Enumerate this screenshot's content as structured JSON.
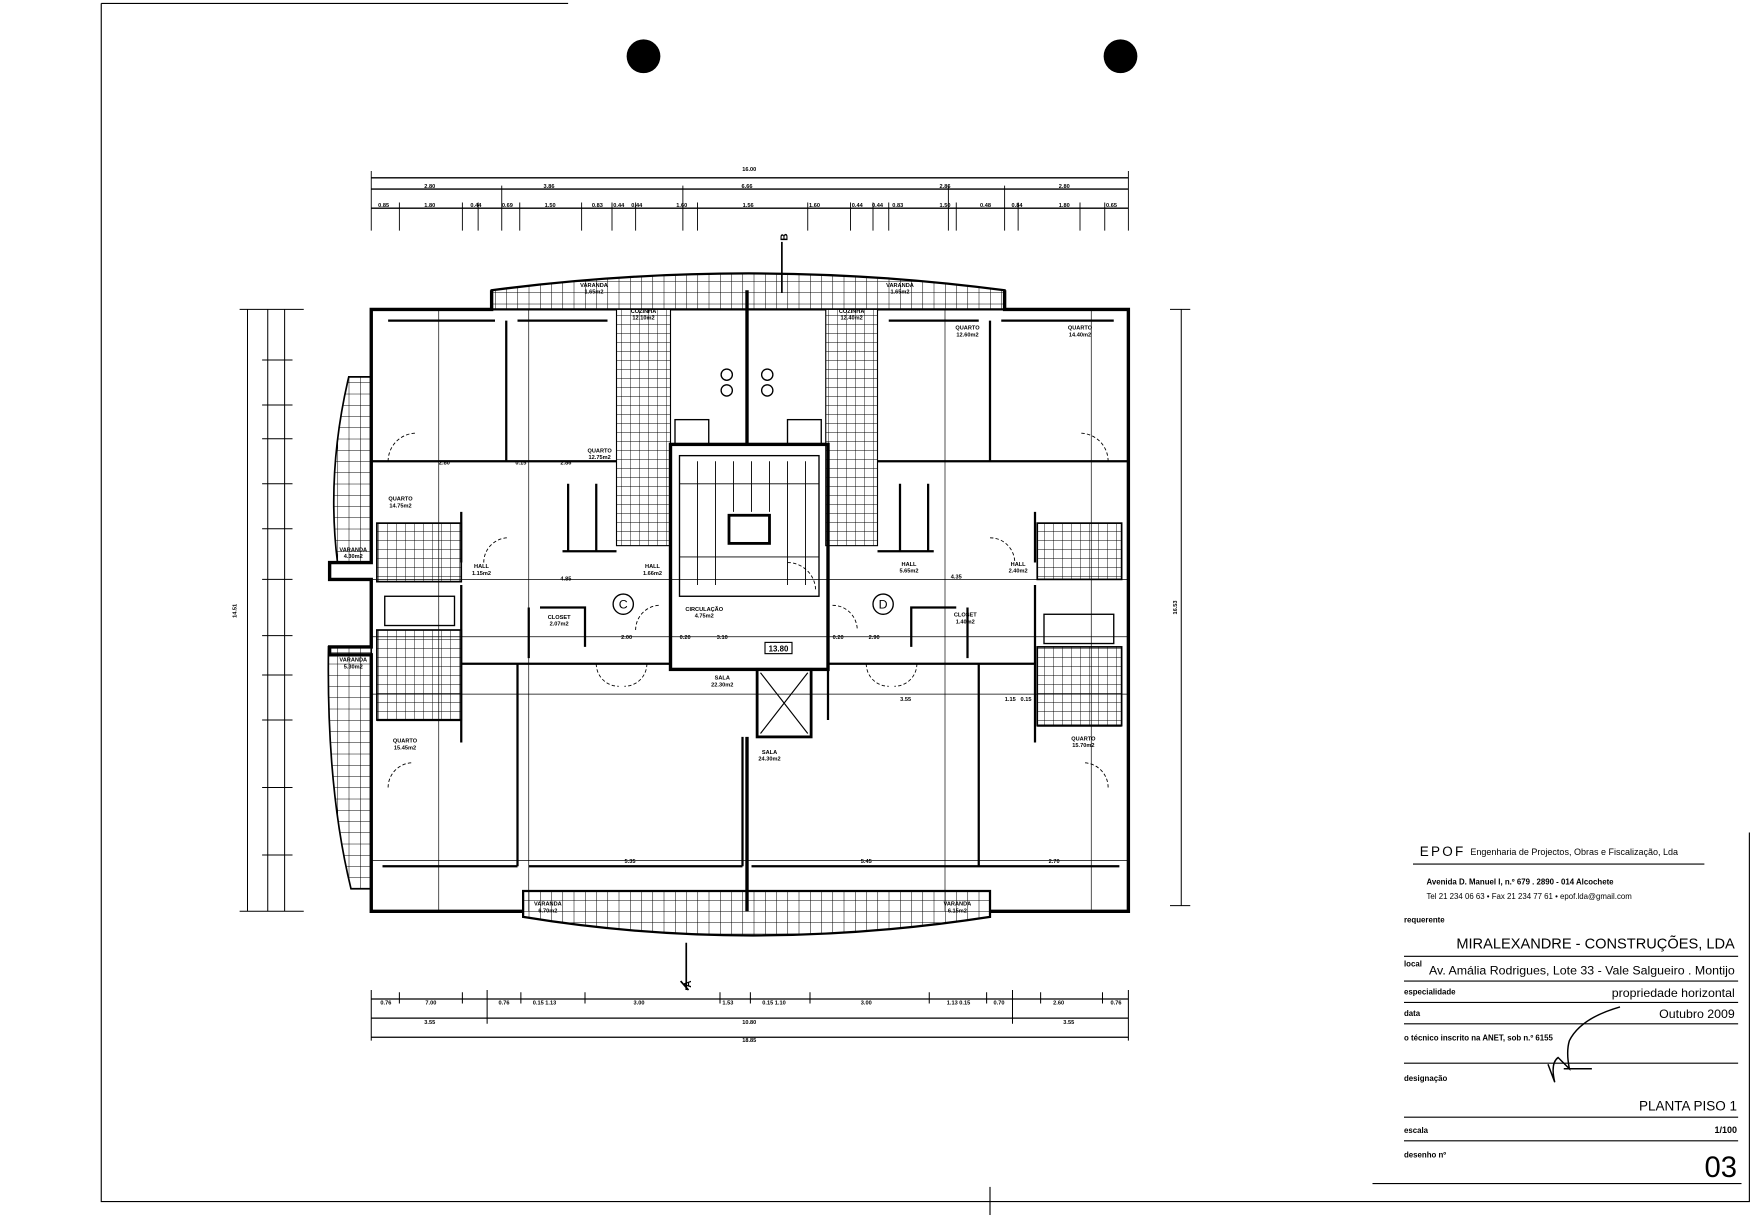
{
  "drawing": {
    "markers": {
      "section_c": "C",
      "section_d": "D",
      "level": "13.80",
      "cut_a": "A",
      "cut_b": "B"
    },
    "rooms": [
      {
        "name": "VARANDA",
        "area": "1.65m2"
      },
      {
        "name": "VARANDA",
        "area": "1.65m2"
      },
      {
        "name": "COZINHA",
        "area": "12.10m2"
      },
      {
        "name": "COZINHA",
        "area": "12.40m2"
      },
      {
        "name": "QUARTO",
        "area": "12.60m2"
      },
      {
        "name": "QUARTO",
        "area": "14.40m2"
      },
      {
        "name": "QUARTO",
        "area": "12.75m2"
      },
      {
        "name": "QUARTO",
        "area": "14.75m2"
      },
      {
        "name": "VARANDA",
        "area": "4.30m2"
      },
      {
        "name": "HALL",
        "area": "1.15m2"
      },
      {
        "name": "HALL",
        "area": "1.66m2"
      },
      {
        "name": "HALL",
        "area": "5.65m2"
      },
      {
        "name": "HALL",
        "area": "2.40m2"
      },
      {
        "name": "CLOSET",
        "area": "2.07m2"
      },
      {
        "name": "CLOSET",
        "area": "1.40m2"
      },
      {
        "name": "CIRCULAÇÃO",
        "area": "4.75m2"
      },
      {
        "name": "VARANDA",
        "area": "5.30m2"
      },
      {
        "name": "SALA",
        "area": "22.30m2"
      },
      {
        "name": "SALA",
        "area": "24.30m2"
      },
      {
        "name": "QUARTO",
        "area": "15.45m2"
      },
      {
        "name": "QUARTO",
        "area": "15.70m2"
      },
      {
        "name": "VARANDA",
        "area": "6.70m2"
      },
      {
        "name": "VARANDA",
        "area": "6.15m2"
      }
    ],
    "dimensions": {
      "top_total": "16.00",
      "top_row2": [
        "2.80",
        "3.86",
        "6.66",
        "2.86",
        "2.80"
      ],
      "top_row3": [
        "0.85",
        "1.80",
        "0.44",
        "0.69",
        "1.50",
        "0.83",
        "0.44",
        "0.44",
        "1.60",
        "1.56",
        "1.60",
        "0.44",
        "0.44",
        "0.83",
        "1.50",
        "0.48",
        "0.84",
        "1.80",
        "0.65"
      ],
      "inner": [
        "2.80",
        "0.15",
        "2.86",
        "4.85",
        "2.00",
        "0.20",
        "3.10",
        "0.20",
        "2.90",
        "4.35",
        "3.55",
        "1.15",
        "0.15",
        "5.35",
        "5.45",
        "2.70"
      ],
      "right_total": "16.53",
      "left_total": "14.51",
      "bottom_row1": [
        "0.76",
        "7.00",
        "0.76",
        "0.15 1.13",
        "3.00",
        "1.53",
        "0.15 1.10",
        "3.00",
        "1.13 0.15",
        "0.70",
        "2.60",
        "0.76"
      ],
      "bottom_row2": [
        "3.55",
        "10.80",
        "3.55"
      ],
      "bottom_total": "18.85"
    }
  },
  "title_block": {
    "company": "EPOF",
    "company_full": "Engenharia de Projectos, Obras e Fiscalização, Lda",
    "address": "Avenida D. Manuel I, n.º 679 . 2890 - 014 Alcochete",
    "contacts": "Tel 21 234 06 63 • Fax 21 234 77 61 • epof.lda@gmail.com",
    "requerente_label": "requerente",
    "requerente": "MIRALEXANDRE - CONSTRUÇÕES, LDA",
    "local_label": "local",
    "local": "Av. Amália Rodrigues, Lote 33 - Vale Salgueiro . Montijo",
    "especialidade_label": "especialidade",
    "especialidade": "propriedade horizontal",
    "data_label": "data",
    "data": "Outubro 2009",
    "tecnico": "o técnico inscrito na ANET, sob n.º 6155",
    "designacao_label": "designação",
    "designacao": "PLANTA PISO 1",
    "escala_label": "escala",
    "escala": "1/100",
    "desenho_label": "desenho nº",
    "desenho": "03"
  }
}
